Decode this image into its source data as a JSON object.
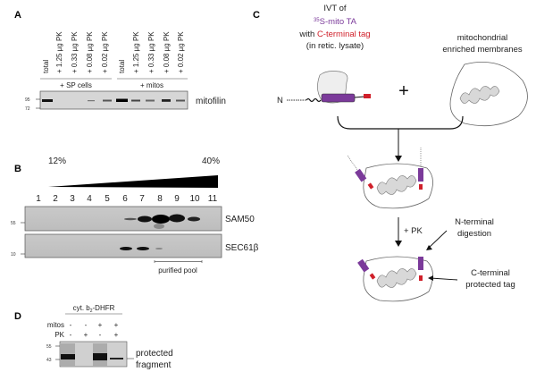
{
  "panels": {
    "A": {
      "label": "A",
      "lanes": [
        "total",
        "+ 1.25 µg PK",
        "+ 0.33 µg PK",
        "+ 0.08 µg PK",
        "+ 0.02 µg PK",
        "total",
        "+ 1.25 µg PK",
        "+ 0.33 µg PK",
        "+ 0.08 µg PK",
        "+ 0.02 µg PK"
      ],
      "groups": [
        "+ SP cells",
        "+ mitos"
      ],
      "markers": [
        "95",
        "72"
      ],
      "blot_label": "mitofilin"
    },
    "B": {
      "label": "B",
      "gradient_start": "12%",
      "gradient_end": "40%",
      "lanes": [
        "1",
        "2",
        "3",
        "4",
        "5",
        "6",
        "7",
        "8",
        "9",
        "10",
        "11"
      ],
      "blots": [
        {
          "name": "SAM50",
          "marker": "55"
        },
        {
          "name": "SEC61β",
          "marker": "10"
        }
      ],
      "pool_label": "purified pool"
    },
    "C": {
      "label": "C",
      "title_line1": "IVT of",
      "title_sup": "35",
      "title_line2": "S-mito TA",
      "title_line3_prefix": "with ",
      "title_line3_tag": "C-terminal tag",
      "title_line4": "(in retic. lysate)",
      "n_label": "N",
      "plus": "+",
      "mito_line1": "mitochondrial",
      "mito_line2": "enriched membranes",
      "pk_step": "+ PK",
      "nterm_line1": "N-terminal",
      "nterm_line2": "digestion",
      "cterm_line1": "C-terminal",
      "cterm_line2": "protected tag",
      "colors": {
        "ta": "#7b3a9a",
        "tag": "#d0202a",
        "mito_fill": "#d8d8d8"
      }
    },
    "D": {
      "label": "D",
      "construct_prefix": "cyt. b",
      "construct_sub": "2",
      "construct_suffix": "-DHFR",
      "row_mitos": {
        "label": "mitos",
        "values": [
          "-",
          "-",
          "+",
          "+"
        ]
      },
      "row_pk": {
        "label": "PK",
        "values": [
          "-",
          "+",
          "-",
          "+"
        ]
      },
      "markers": [
        "55",
        "43"
      ],
      "fragment_line1": "protected",
      "fragment_line2": "fragment"
    }
  }
}
